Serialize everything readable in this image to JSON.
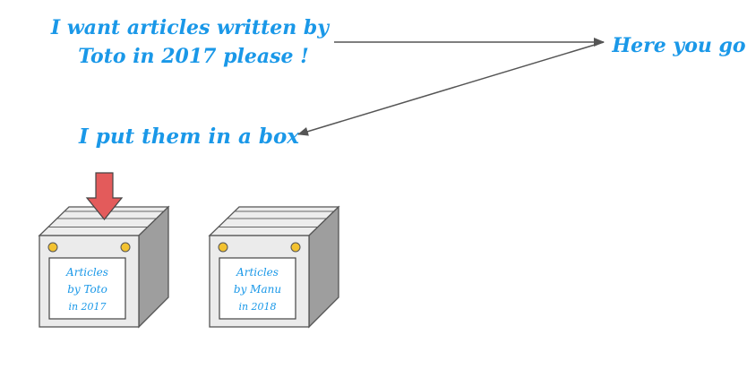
{
  "speech": {
    "request_line1": "I want articles written by",
    "request_line2": "Toto in 2017 please !",
    "response": "Here you go",
    "action": "I put them in a box"
  },
  "boxes": [
    {
      "line1": "Articles",
      "line2": "by Toto",
      "line3": "in 2017",
      "highlighted": true
    },
    {
      "line1": "Articles",
      "line2": "by Manu",
      "line3": "in 2018",
      "highlighted": false
    }
  ],
  "colors": {
    "text": "#1a98e8",
    "arrow_marker": "#e35b5b",
    "box_face": "#ececec",
    "bolt": "#f3c230"
  }
}
